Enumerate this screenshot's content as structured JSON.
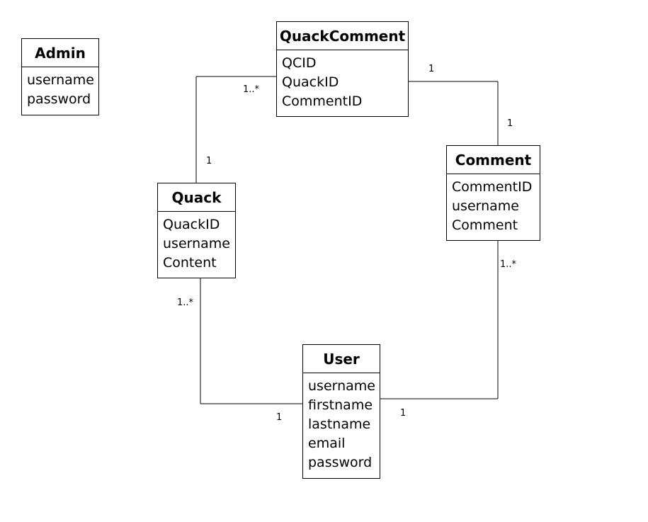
{
  "classes": {
    "admin": {
      "name": "Admin",
      "attributes": [
        "username",
        "password"
      ]
    },
    "quack_comment": {
      "name": "QuackComment",
      "attributes": [
        "QCID",
        "QuackID",
        "CommentID"
      ]
    },
    "comment": {
      "name": "Comment",
      "attributes": [
        "CommentID",
        "username",
        "Comment"
      ]
    },
    "quack": {
      "name": "Quack",
      "attributes": [
        "QuackID",
        "username",
        "Content"
      ]
    },
    "user": {
      "name": "User",
      "attributes": [
        "username",
        "firstname",
        "lastname",
        "email",
        "password"
      ]
    }
  },
  "associations": {
    "quack_to_quack_comment": {
      "quack_end": "1",
      "quack_comment_end": "1..*"
    },
    "quack_comment_to_comment": {
      "quack_comment_end": "1",
      "comment_end": "1"
    },
    "quack_to_user": {
      "quack_end": "1..*",
      "user_end": "1"
    },
    "comment_to_user": {
      "comment_end": "1..*",
      "user_end": "1"
    }
  }
}
